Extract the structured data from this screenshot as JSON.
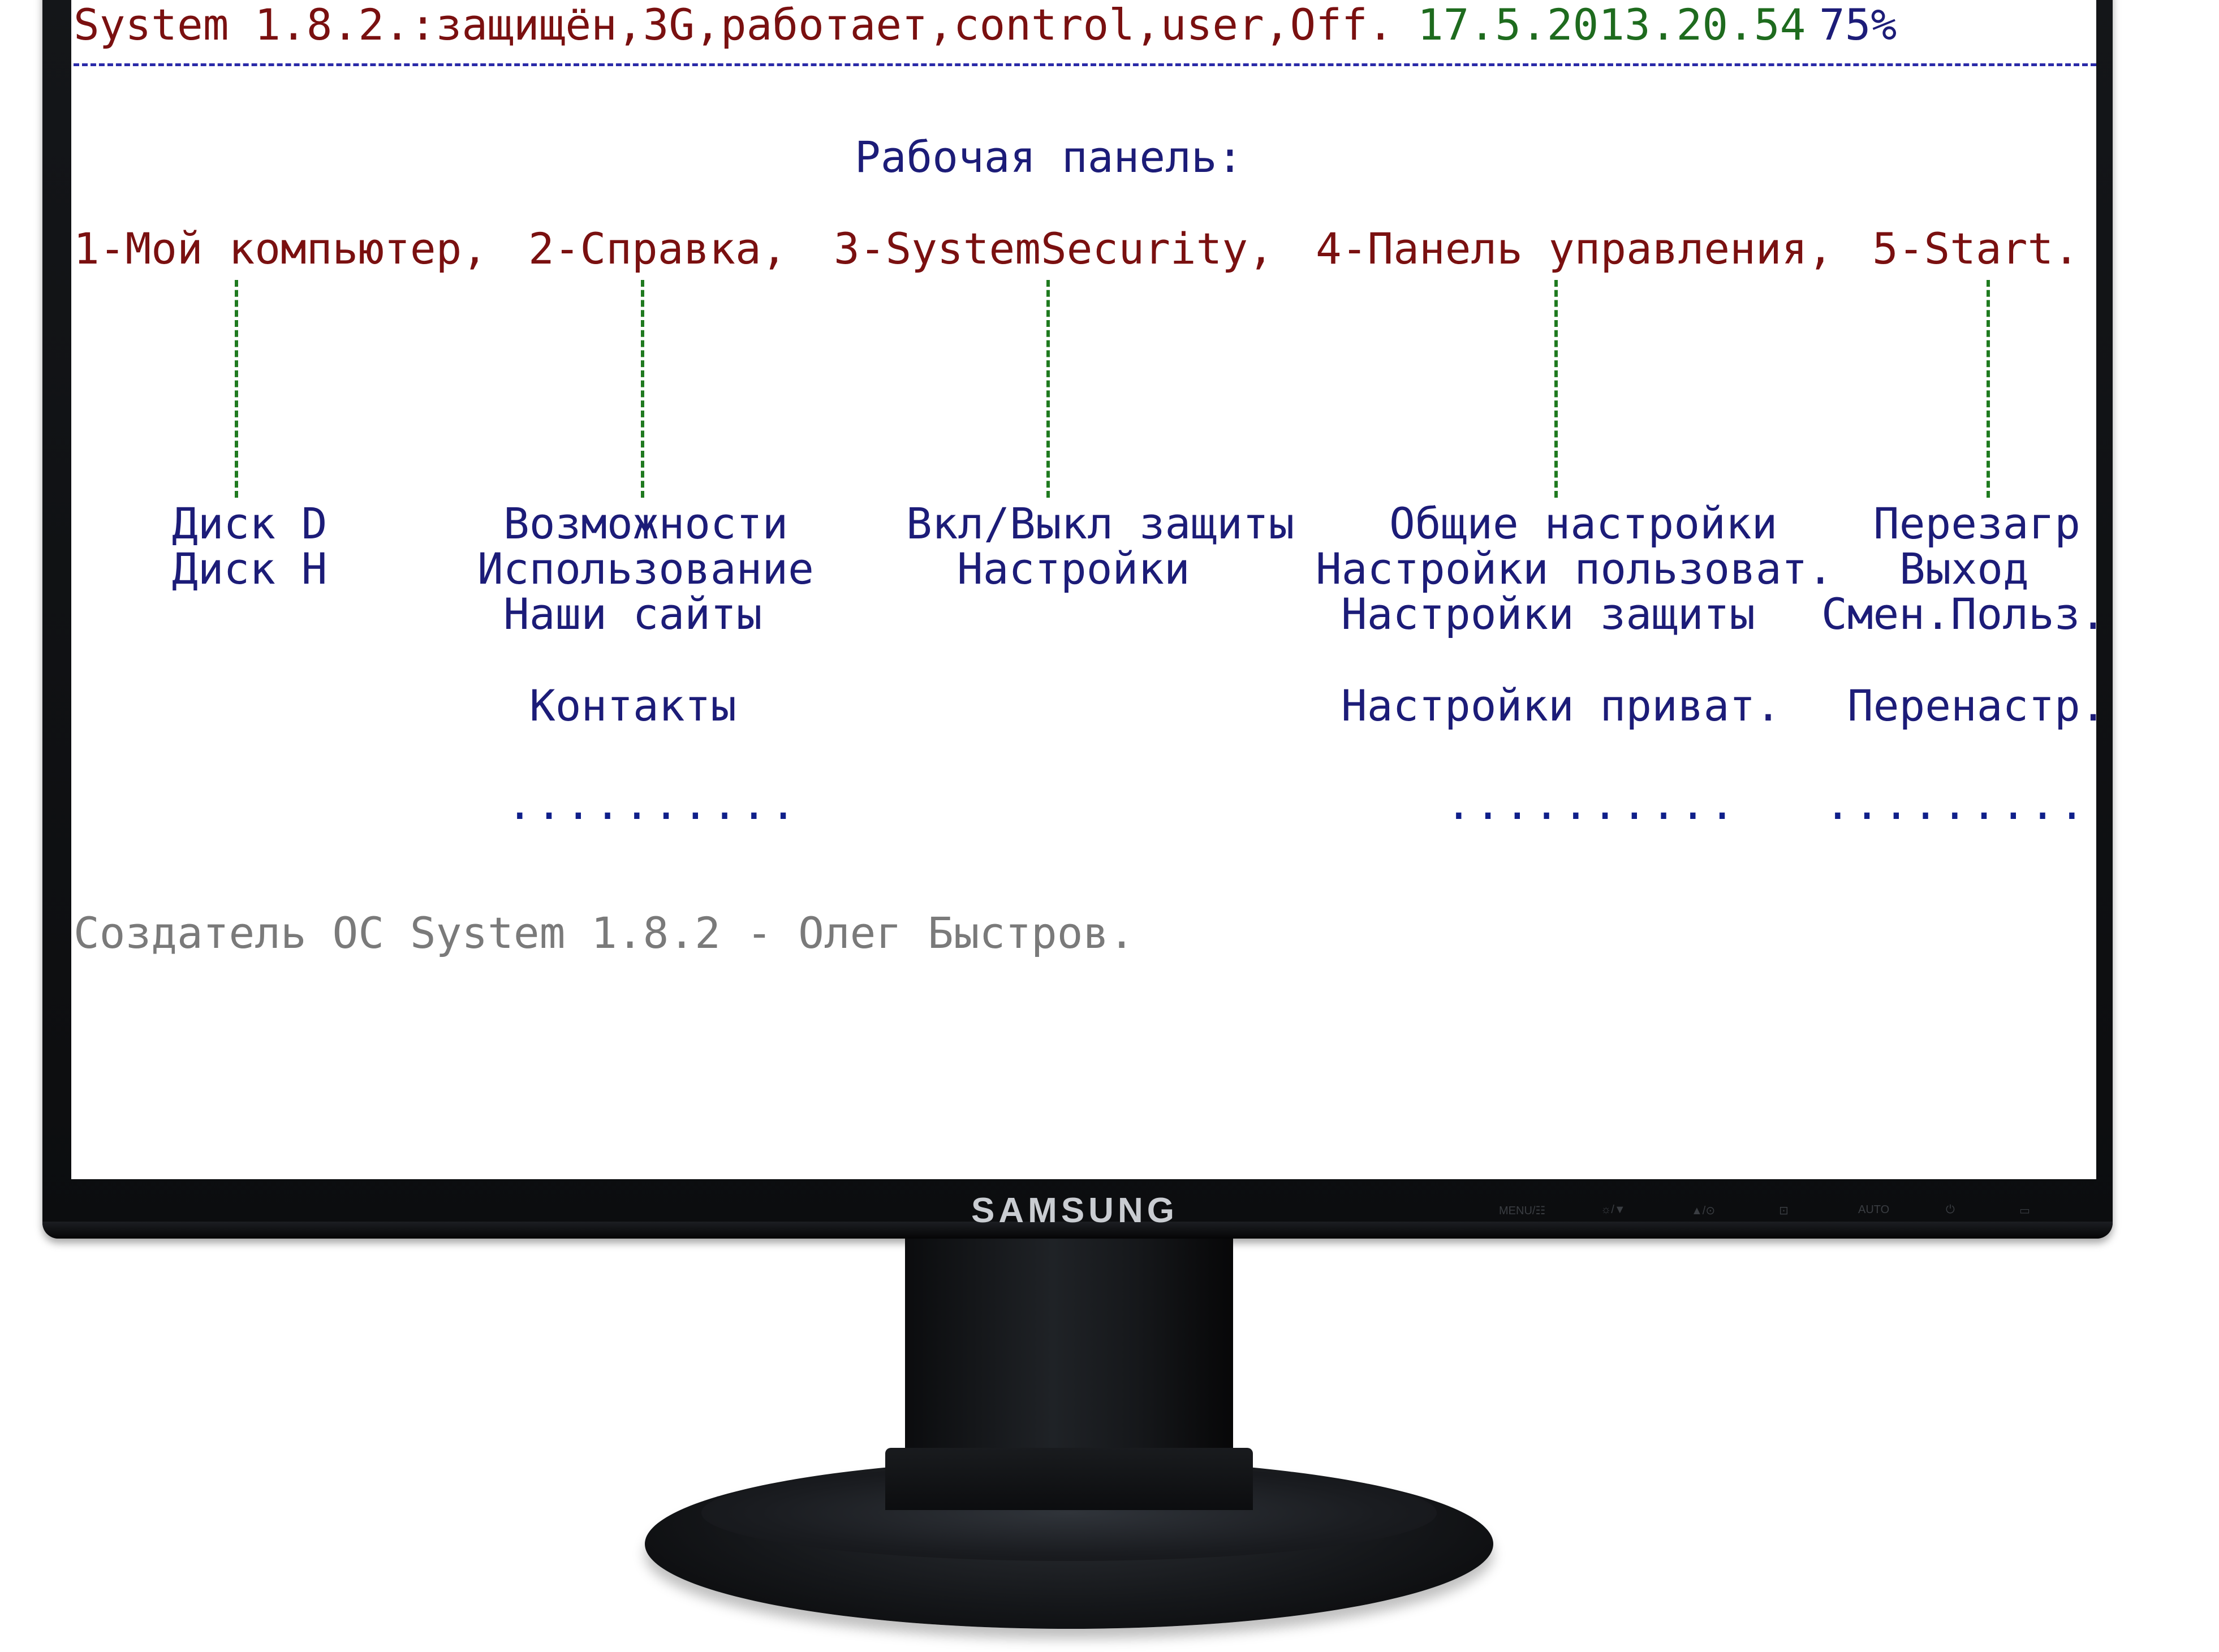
{
  "status_bar": {
    "system_status": "System 1.8.2.:защищён,3G,работает,control,user,Off.",
    "datetime": "17.5.2013.20.54",
    "battery": "75%"
  },
  "panel_title": "Рабочая панель:",
  "menu": [
    {
      "label": "1-Мой компьютер,",
      "subitems": [
        "Диск D",
        "Диск H"
      ]
    },
    {
      "label": "2-Справка,",
      "subitems": [
        "Возможности",
        "Использование",
        "Наши сайты",
        "Контакты"
      ],
      "more": ".........."
    },
    {
      "label": "3-SystemSecurity,",
      "subitems": [
        "Вкл/Выкл защиты",
        "Настройки"
      ]
    },
    {
      "label": "4-Панель управления,",
      "subitems": [
        "Общие настройки",
        "Настройки пользоват.",
        "Настройки защиты",
        "Настройки приват."
      ],
      "more": ".........."
    },
    {
      "label": "5-Start.",
      "subitems": [
        "Перезагр",
        "Выход",
        "Смен.Польз.",
        "Перенастр."
      ],
      "more": ".........."
    }
  ],
  "footer": "Создатель ОС System 1.8.2 - Олег Быстров.",
  "monitor": {
    "brand": "SAMSUNG",
    "button_labels": [
      "MENU/☷",
      "☼/▼",
      "▲/⊙",
      "⊡",
      "AUTO",
      "⏻",
      "▭"
    ]
  },
  "colors": {
    "status_text": "#7a1010",
    "datetime_text": "#1e6b1e",
    "menu_text": "#7a1010",
    "submenu_text": "#1c1c78",
    "footer_text": "#7a7a7a",
    "connector_lines": "#1f7a1f",
    "separator": "#2a2aa8"
  }
}
